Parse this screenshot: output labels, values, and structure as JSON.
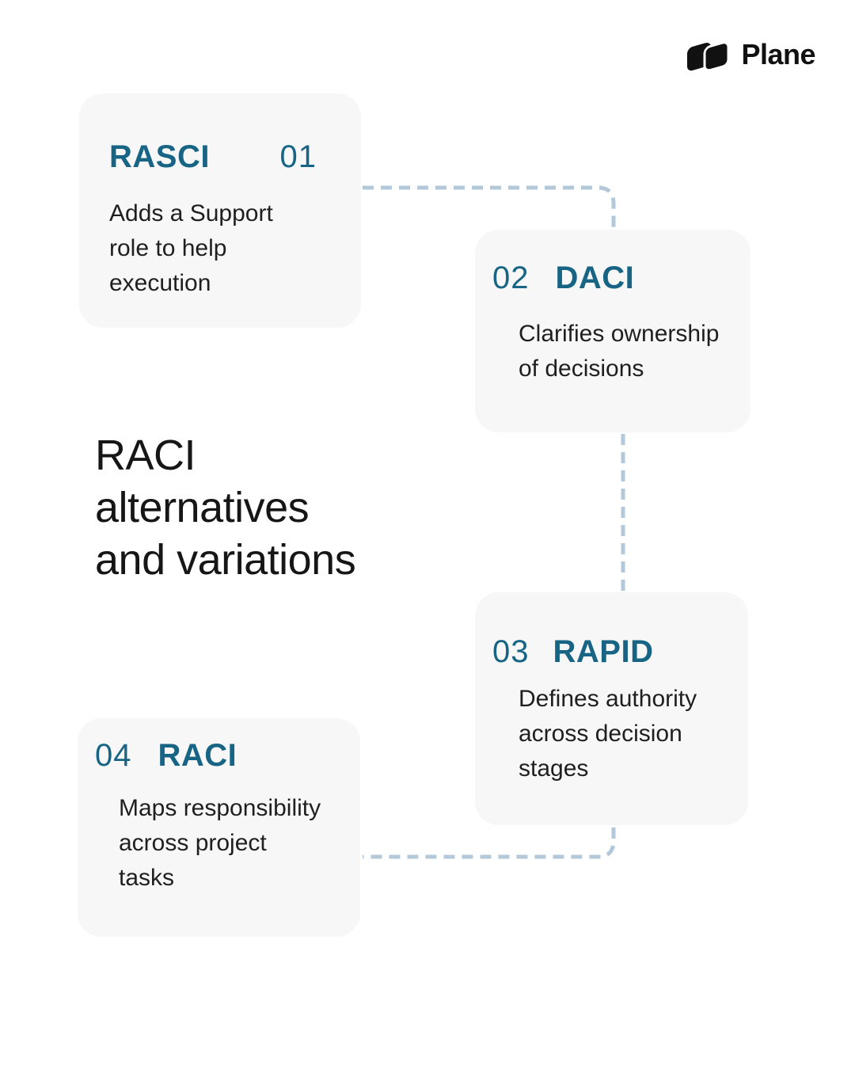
{
  "brand": {
    "name": "Plane"
  },
  "title": {
    "text": "RACI alternatives and variations",
    "lines": [
      "RACI",
      "alternatives",
      "and variations"
    ]
  },
  "colors": {
    "accent": "#186485",
    "connector": "#b3c8d9",
    "card_bg": "#f7f7f7",
    "text": "#1f1f1f",
    "title": "#161616",
    "page_bg": "#ffffff",
    "logo": "#111111"
  },
  "cards": [
    {
      "number": "01",
      "acronym": "RASCI",
      "description": "Adds a Support role to help execution",
      "description_lines": [
        "Adds a Support",
        "role to help",
        "execution"
      ]
    },
    {
      "number": "02",
      "acronym": "DACI",
      "description": "Clarifies ownership of decisions",
      "description_lines": [
        "Clarifies ownership",
        "of decisions"
      ]
    },
    {
      "number": "03",
      "acronym": "RAPID",
      "description": "Defines authority across decision stages",
      "description_lines": [
        "Defines authority",
        "across decision",
        "stages"
      ]
    },
    {
      "number": "04",
      "acronym": "RACI",
      "description": "Maps responsibility across project tasks",
      "description_lines": [
        "Maps responsibility",
        "across project",
        "tasks"
      ]
    }
  ]
}
